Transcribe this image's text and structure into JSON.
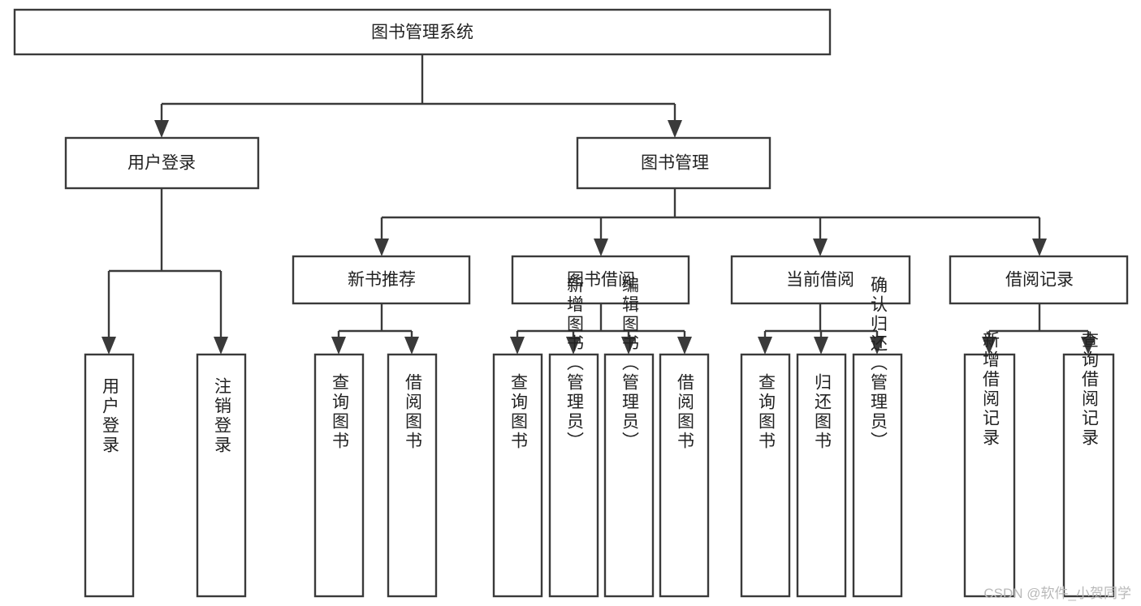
{
  "diagram": {
    "kind": "tree-hierarchy-chart",
    "root": {
      "label": "图书管理系统"
    },
    "level2": [
      {
        "label": "用户登录"
      },
      {
        "label": "图书管理"
      }
    ],
    "level3": [
      {
        "label": "新书推荐"
      },
      {
        "label": "图书借阅"
      },
      {
        "label": "当前借阅"
      },
      {
        "label": "借阅记录"
      }
    ],
    "leaves": {
      "user_login": [
        {
          "label": "用户登录"
        },
        {
          "label": "注销登录"
        }
      ],
      "new_book_recommend": [
        {
          "label": "查询图书"
        },
        {
          "label": "借阅图书"
        }
      ],
      "book_borrow": [
        {
          "label": "查询图书"
        },
        {
          "label": "新增图书（管理员）"
        },
        {
          "label": "编辑图书（管理员）"
        },
        {
          "label": "借阅图书"
        }
      ],
      "current_borrow": [
        {
          "label": "查询图书"
        },
        {
          "label": "归还图书"
        },
        {
          "label": "确认归还（管理员）"
        }
      ],
      "borrow_record": [
        {
          "label": "新增借阅记录"
        },
        {
          "label": "查询借阅记录"
        }
      ]
    }
  },
  "watermark": {
    "text": "CSDN @软件_小贺同学"
  },
  "colors": {
    "stroke": "#3a3a3a",
    "fill": "#ffffff",
    "text": "#222222",
    "watermark": "#b9b9b9"
  }
}
